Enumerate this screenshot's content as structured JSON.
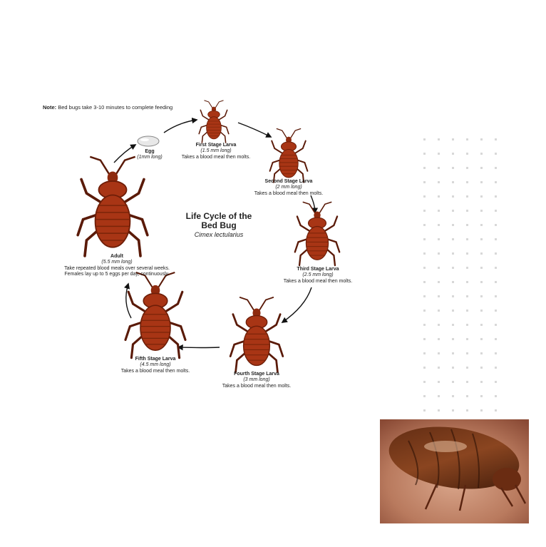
{
  "note": {
    "bold": "Note:",
    "text": " Bed bugs take 3-10 minutes to complete feeding"
  },
  "title": {
    "line1": "Life Cycle of the",
    "line2": "Bed Bug",
    "scientific": "Cimex lectularius"
  },
  "stages": [
    {
      "name": "Egg",
      "size": "(1mm long)",
      "desc": ""
    },
    {
      "name": "First Stage Larva",
      "size": "(1.5 mm long)",
      "desc": "Takes a blood meal then molts."
    },
    {
      "name": "Second Stage Larva",
      "size": "(2 mm long)",
      "desc": "Takes a blood meal then molts."
    },
    {
      "name": "Third Stage Larva",
      "size": "(2.5 mm long)",
      "desc": "Takes a blood meal then molts."
    },
    {
      "name": "Fourth Stage Larva",
      "size": "(3 mm long)",
      "desc": "Takes a blood meal then molts."
    },
    {
      "name": "Fifth Stage Larva",
      "size": "(4.5 mm long)",
      "desc": "Takes a blood meal then molts."
    },
    {
      "name": "Adult",
      "size": "(5.5 mm long)",
      "desc": "Take repeated blood meals over several weeks.",
      "desc2": "Females lay up to 5 eggs per day, continuously."
    }
  ],
  "colors": {
    "bug_body": "#a83515",
    "bug_dark": "#6e1e08",
    "bug_stripe": "#7a2509",
    "leg": "#5a1a08",
    "arrow": "#111111",
    "dot": "#d8d8d8"
  },
  "icons": {
    "egg": "egg-icon",
    "bug": "bed-bug-icon",
    "photo": "bed-bug-photo"
  }
}
